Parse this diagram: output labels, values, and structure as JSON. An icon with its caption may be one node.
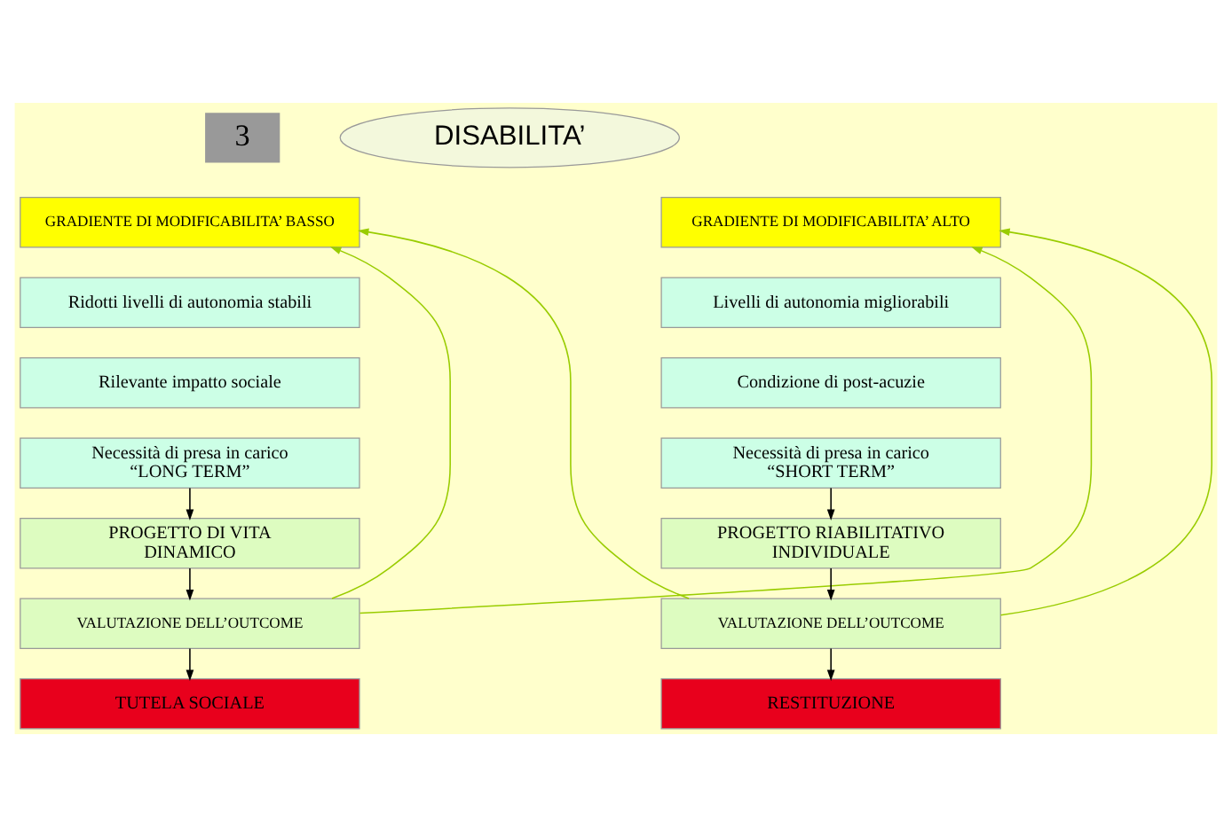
{
  "diagram": {
    "nodes": [
      {
        "text": [
          "DISABILITA’"
        ]
      },
      {
        "text": [
          "GRADIENTE DI MODIFICABILITA’ BASSO"
        ]
      },
      {
        "text": [
          "Ridotti livelli di autonomia stabili"
        ]
      },
      {
        "text": [
          "Rilevante impatto sociale"
        ]
      },
      {
        "text": [
          "Necessità di presa in carico",
          "“LONG TERM”"
        ]
      },
      {
        "text": [
          "GRADIENTE DI MODIFICABILITA’ ALTO"
        ]
      },
      {
        "text": [
          "Livelli di autonomia migliorabili"
        ]
      },
      {
        "text": [
          "Condizione di post-acuzie"
        ]
      },
      {
        "text": [
          "Necessità di presa in carico",
          "“SHORT TERM”"
        ]
      },
      {
        "text": [
          "PROGETTO DI VITA",
          "DINAMICO"
        ]
      },
      {
        "text": [
          "VALUTAZIONE DELL’OUTCOME"
        ]
      },
      {
        "text": [
          "TUTELA SOCIALE"
        ]
      },
      {
        "text": [
          "PROGETTO RIABILITATIVO",
          "INDIVIDUALE"
        ]
      },
      {
        "text": [
          "VALUTAZIONE DELL’OUTCOME"
        ]
      },
      {
        "text": [
          "RESTITUZIONE"
        ]
      }
    ],
    "edges": [
      {
        "from": 4,
        "to": 9,
        "arrow": "to"
      },
      {
        "from": 9,
        "to": 10,
        "arrow": "to"
      },
      {
        "from": 10,
        "to": 11,
        "arrow": "to"
      },
      {
        "from": 8,
        "to": 12,
        "arrow": "to"
      },
      {
        "from": 12,
        "to": 13,
        "arrow": "to"
      },
      {
        "from": 13,
        "to": 14,
        "arrow": "to"
      },
      {
        "from": 10,
        "to": 1,
        "arrow": "to",
        "color": "#99cc00"
      },
      {
        "from": 10,
        "to": 5,
        "arrow": "to",
        "color": "#99cc00"
      },
      {
        "from": 13,
        "to": 1,
        "arrow": "to",
        "color": "#99cc00"
      },
      {
        "from": 13,
        "to": 5,
        "arrow": "to",
        "color": "#99cc00"
      }
    ],
    "labels": [
      "3"
    ]
  }
}
